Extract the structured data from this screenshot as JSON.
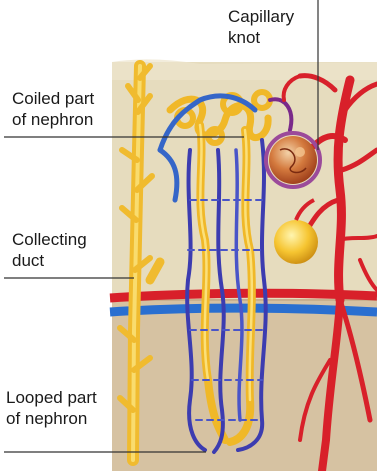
{
  "labels": {
    "capillary_knot": [
      "Capillary",
      "knot"
    ],
    "coiled_part": [
      "Coiled part",
      "of nephron"
    ],
    "collecting_duct": [
      "Collecting",
      "duct"
    ],
    "looped_part": [
      "Looped part",
      "of nephron"
    ]
  },
  "colors": {
    "tissue_upper": "#e8dcc0",
    "tissue_lower": "#d8c4a6",
    "collecting_duct": "#f3c23a",
    "artery": "#d8202a",
    "vein": "#2a6fd0",
    "venule": "#3b3bb5",
    "capillary_knot": "#c86a3a"
  }
}
